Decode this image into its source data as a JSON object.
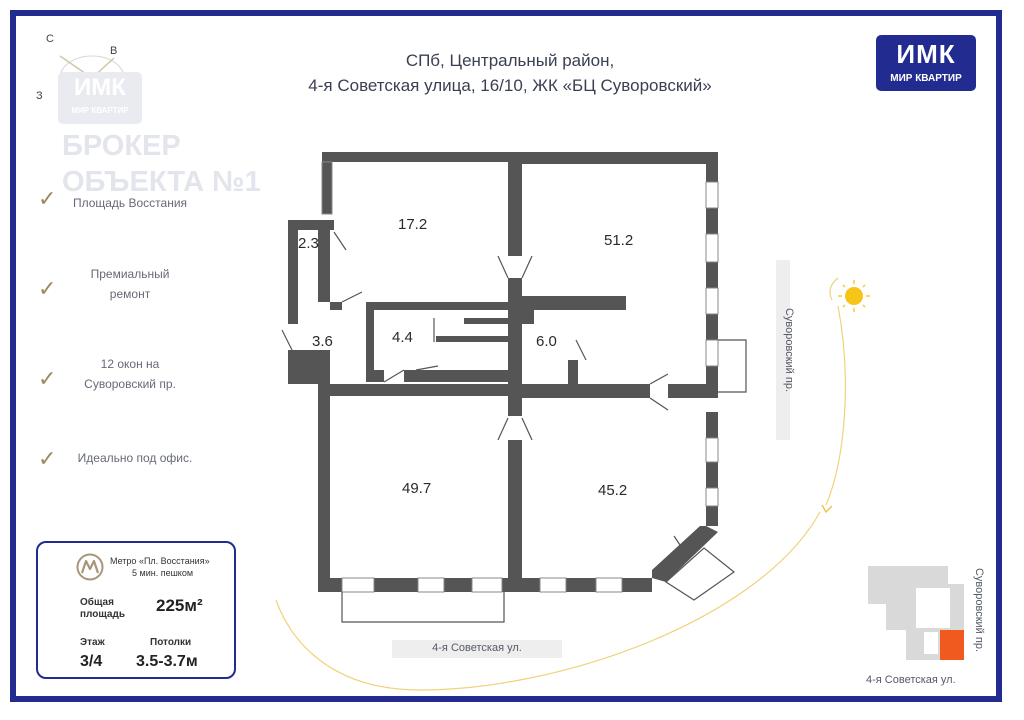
{
  "header": {
    "line1": "СПб, Центральный район,",
    "line2": "4-я Советская улица, 16/10, ЖК «БЦ Суворовский»"
  },
  "brand": {
    "mark": "ИМК",
    "name": "МИР КВАРТИР",
    "color": "#222b8f"
  },
  "watermark": {
    "broker_line1": "БРОКЕР",
    "broker_line2": "ОБЪЕКТА №1"
  },
  "compass": {
    "north": "С",
    "east": "В",
    "west": "З"
  },
  "features": [
    {
      "text": "Площадь Восстания"
    },
    {
      "line1": "Премиальный",
      "line2": "ремонт"
    },
    {
      "line1": "12 окон на",
      "line2": "Суворовский пр."
    },
    {
      "text": "Идеально под офис."
    }
  ],
  "info_card": {
    "metro_line1": "Метро «Пл. Восстания»",
    "metro_line2": "5 мин. пешком",
    "area_label_line1": "Общая",
    "area_label_line2": "площадь",
    "area_value": "225м²",
    "floor_label": "Этаж",
    "floor_value": "3/4",
    "ceiling_label": "Потолки",
    "ceiling_value": "3.5-3.7м"
  },
  "rooms": [
    {
      "id": "r1",
      "label": "17.2"
    },
    {
      "id": "r2",
      "label": "51.2"
    },
    {
      "id": "r3",
      "label": "2.3"
    },
    {
      "id": "r4",
      "label": "3.6"
    },
    {
      "id": "r5",
      "label": "4.4"
    },
    {
      "id": "r6",
      "label": "6.0"
    },
    {
      "id": "r7",
      "label": "49.7"
    },
    {
      "id": "r8",
      "label": "45.2"
    }
  ],
  "streets": {
    "suvorovsky": "Суворовский пр.",
    "sovetskaya": "4-я Советская ул."
  },
  "colors": {
    "wall": "#555555",
    "accent": "#f05a1e",
    "sun": "#f6c518",
    "check": "#9b8a5e"
  }
}
